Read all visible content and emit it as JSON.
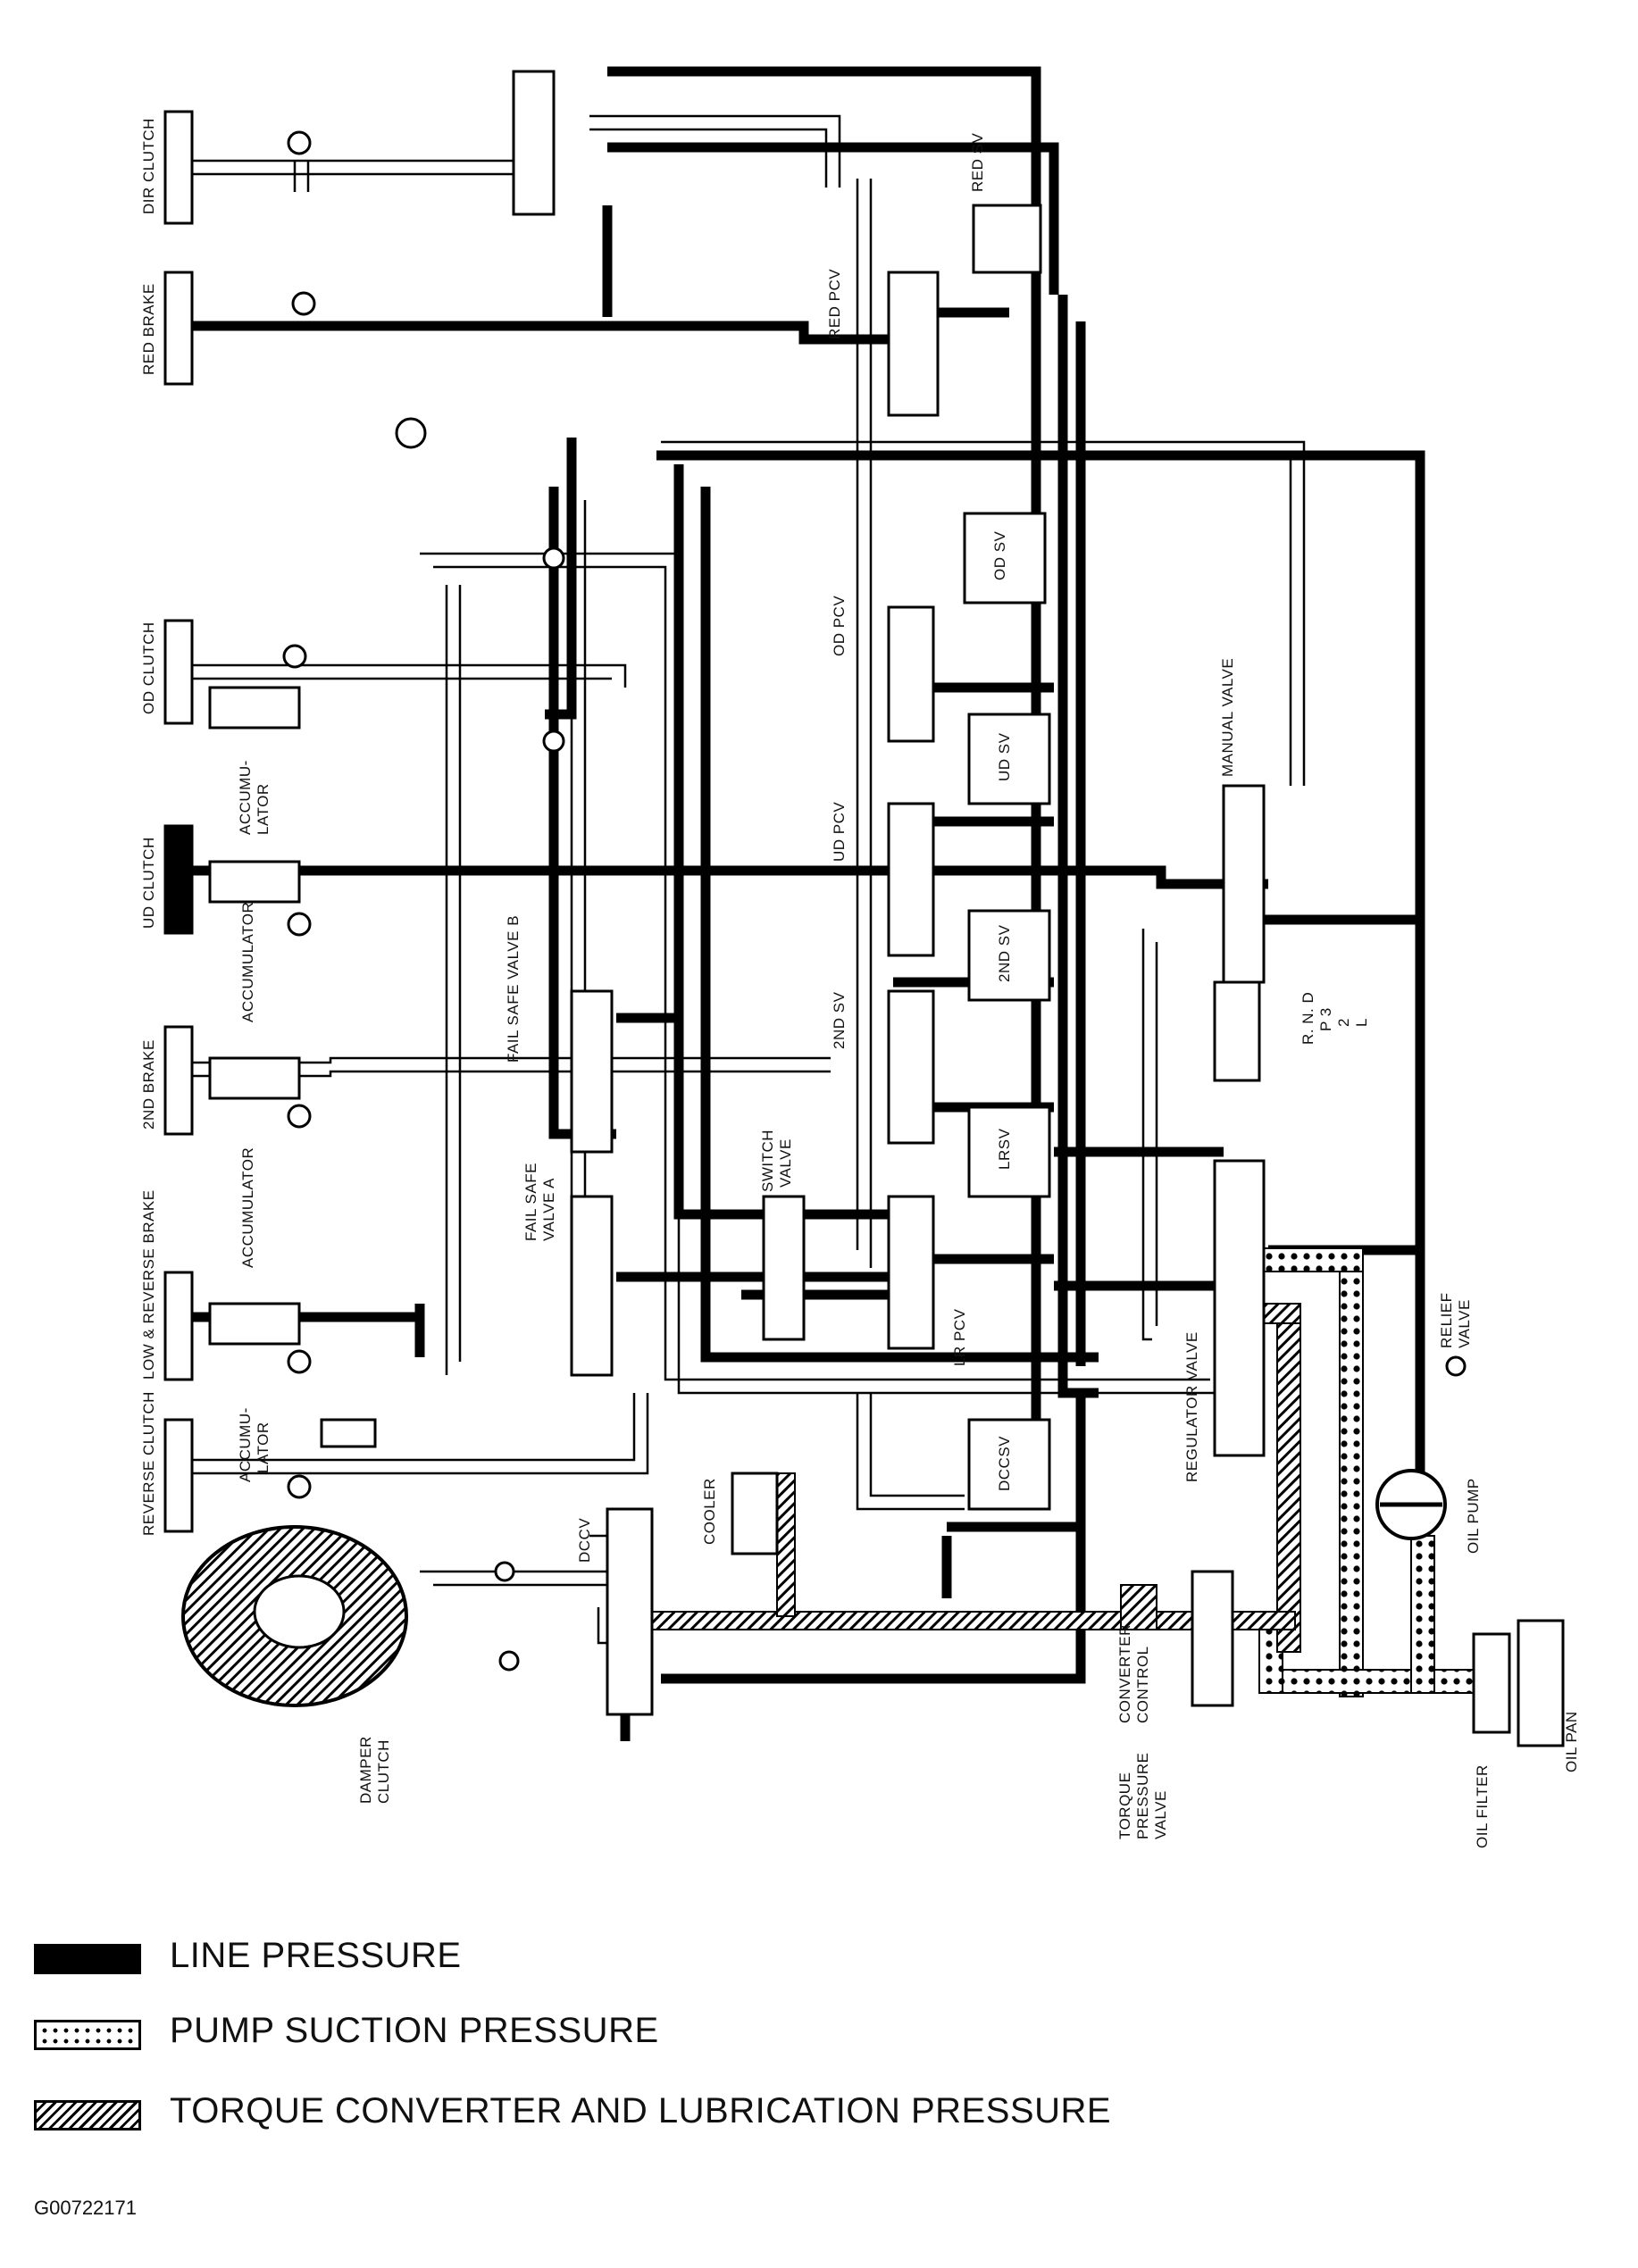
{
  "labels": {
    "dir_clutch": "DIR CLUTCH",
    "red_brake": "RED BRAKE",
    "red_sv": "RED SV",
    "red_pcv": "RED PCV",
    "od_clutch": "OD CLUTCH",
    "accumulator_od": "ACCUMU-",
    "accumulator_od_2": "LATOR",
    "ud_clutch": "UD CLUTCH",
    "accumulator_ud": "ACCUMULATOR",
    "brake_2nd": "2ND BRAKE",
    "accumulator_2nd": "ACCUMULATOR",
    "low_reverse_brake": "LOW &  REVERSE BRAKE",
    "accumulator_lr": "ACCUMU-",
    "accumulator_lr_2": "LATOR",
    "reverse_clutch": "REVERSE CLUTCH",
    "fail_safe_b": "FAIL SAFE VALVE B",
    "fail_safe_a": "FAIL SAFE",
    "fail_safe_a_2": "VALVE A",
    "switch_valve": "SWITCH",
    "switch_valve_2": "VALVE",
    "od_pcv": "OD PCV",
    "od_sv": "OD SV",
    "ud_pcv": "UD PCV",
    "ud_sv": "UD SV",
    "sv_2nd": "2ND SV",
    "sv_2nd_b": "2ND SV",
    "lrsv": "LRSV",
    "lr_pcv": "LR PCV",
    "manual_valve": "MANUAL VALVE",
    "range_1": "R. N. D",
    "range_2": "P    3",
    "range_3": "2",
    "range_4": "L",
    "regulator_valve": "REGULATOR VALVE",
    "relief_valve": "RELIEF",
    "relief_valve_2": "VALVE",
    "oil_pump": "OIL PUMP",
    "dccsv": "DCCSV",
    "dccv": "DCCV",
    "cooler": "COOLER",
    "converter_control": "CONVERTER",
    "converter_control_2": "CONTROL",
    "torque_pressure": "TORQUE",
    "torque_pressure_2": "PRESSURE",
    "torque_pressure_3": "VALVE",
    "damper_clutch": "DAMPER",
    "damper_clutch_2": "CLUTCH",
    "oil_filter": "OIL FILTER",
    "oil_pan": "OIL PAN"
  },
  "legend": [
    {
      "label": "LINE PRESSURE"
    },
    {
      "label": "PUMP SUCTION PRESSURE"
    },
    {
      "label": "TORQUE CONVERTER AND LUBRICATION PRESSURE"
    }
  ],
  "figure_id": "G00722171"
}
